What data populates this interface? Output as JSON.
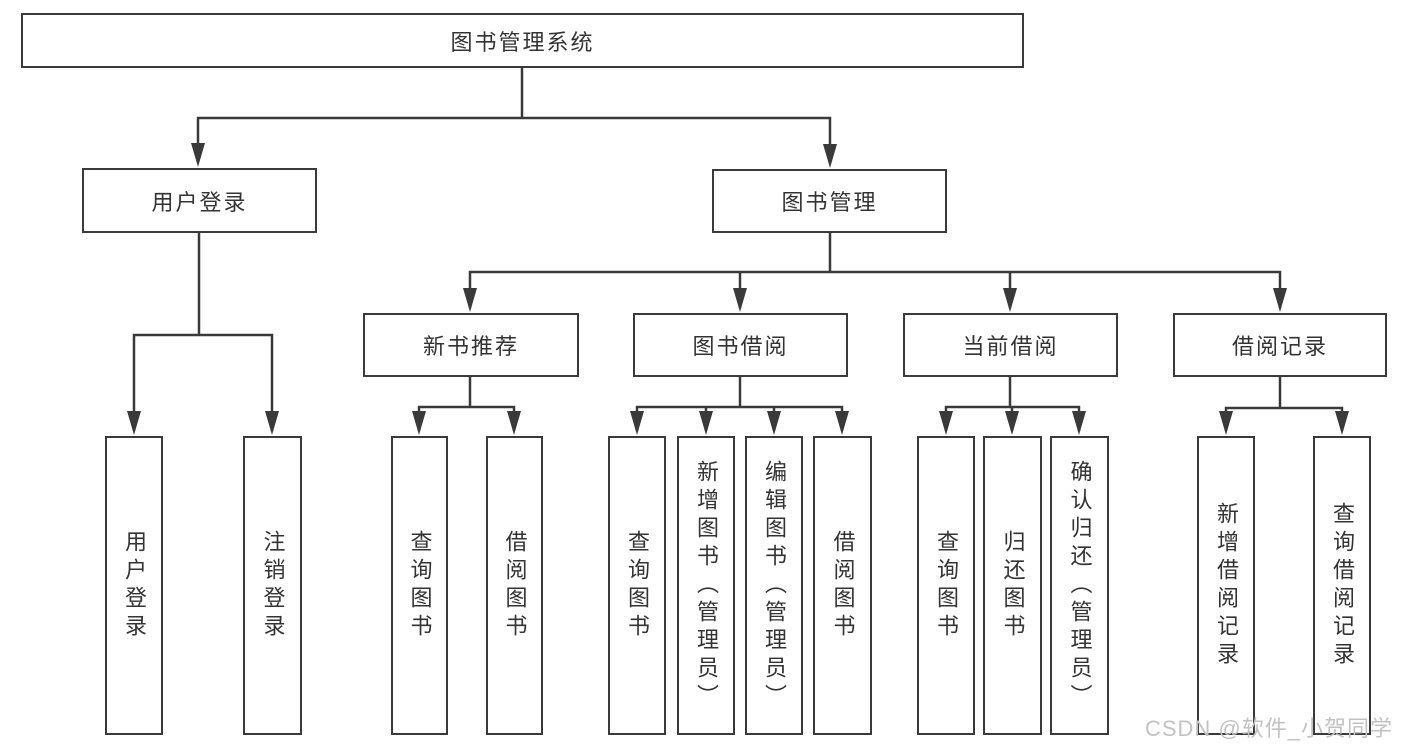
{
  "tree": {
    "root": {
      "label": "图书管理系统",
      "children": [
        {
          "label": "用户登录",
          "children": [
            {
              "label": "用户登录"
            },
            {
              "label": "注销登录"
            }
          ]
        },
        {
          "label": "图书管理",
          "children": [
            {
              "label": "新书推荐",
              "children": [
                {
                  "label": "查询图书"
                },
                {
                  "label": "借阅图书"
                }
              ]
            },
            {
              "label": "图书借阅",
              "children": [
                {
                  "label": "查询图书"
                },
                {
                  "label": "新增图书（管理员）"
                },
                {
                  "label": "编辑图书（管理员）"
                },
                {
                  "label": "借阅图书"
                }
              ]
            },
            {
              "label": "当前借阅",
              "children": [
                {
                  "label": "查询图书"
                },
                {
                  "label": "归还图书"
                },
                {
                  "label": "确认归还（管理员）"
                }
              ]
            },
            {
              "label": "借阅记录",
              "children": [
                {
                  "label": "新增借阅记录"
                },
                {
                  "label": "查询借阅记录"
                }
              ]
            }
          ]
        }
      ]
    }
  },
  "watermark": "CSDN @软件_小贺同学",
  "colors": {
    "line": "#3a3a3a",
    "text": "#333333",
    "watermark": "#c2c2c2",
    "background": "#ffffff"
  }
}
